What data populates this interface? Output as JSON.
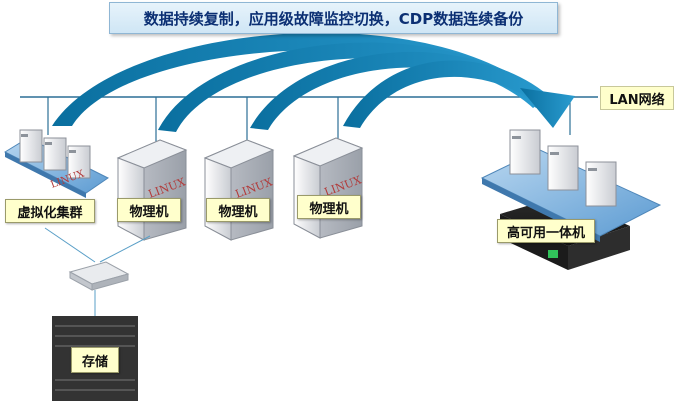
{
  "title": "数据持续复制，应用级故障监控切换，CDP数据连续备份",
  "network_label": "LAN网络",
  "nodes": {
    "virtual_cluster": "虚拟化集群",
    "physical_1": "物理机",
    "physical_2": "物理机",
    "physical_3": "物理机",
    "ha_appliance": "高可用一体机",
    "storage": "存储"
  },
  "server_brand_text": "LINUX",
  "colors": {
    "arrow": "#0b78aa",
    "title_text": "#0b2f73",
    "label_fill": "#ffffcc",
    "platform": "#7fb3de"
  }
}
